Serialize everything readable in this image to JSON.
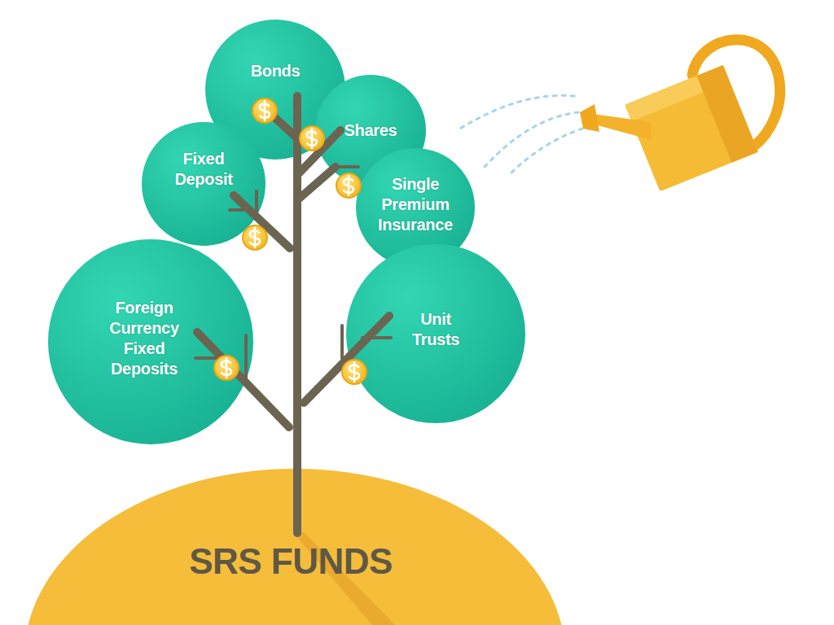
{
  "diagram": {
    "nodes": [
      {
        "text": [
          "Bonds"
        ]
      },
      {
        "text": [
          "Shares"
        ]
      },
      {
        "text": [
          "Fixed Deposit"
        ]
      },
      {
        "text": [
          "Single Premium Insurance"
        ]
      },
      {
        "text": [
          "Foreign Currency Fixed Deposits"
        ]
      },
      {
        "text": [
          "Unit Trusts"
        ]
      },
      {
        "text": [
          "SRS FUNDS"
        ]
      }
    ]
  }
}
